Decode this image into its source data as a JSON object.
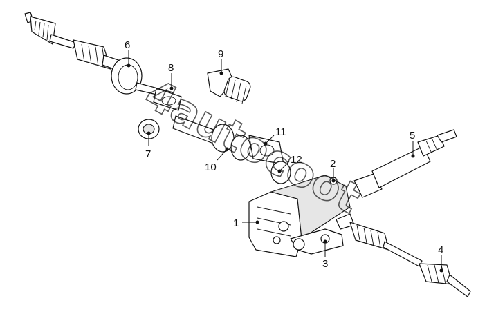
{
  "diagram": {
    "callouts": [
      {
        "id": "1",
        "label": "1"
      },
      {
        "id": "2",
        "label": "2"
      },
      {
        "id": "3",
        "label": "3"
      },
      {
        "id": "4",
        "label": "4"
      },
      {
        "id": "5",
        "label": "5"
      },
      {
        "id": "6",
        "label": "6"
      },
      {
        "id": "7",
        "label": "7"
      },
      {
        "id": "8",
        "label": "8"
      },
      {
        "id": "9",
        "label": "9"
      },
      {
        "id": "10",
        "label": "10"
      },
      {
        "id": "11",
        "label": "11"
      },
      {
        "id": "12",
        "label": "12"
      }
    ],
    "watermark": {
      "text": "4autocoot"
    },
    "colors": {
      "line": "#111111",
      "background": "#ffffff"
    }
  }
}
